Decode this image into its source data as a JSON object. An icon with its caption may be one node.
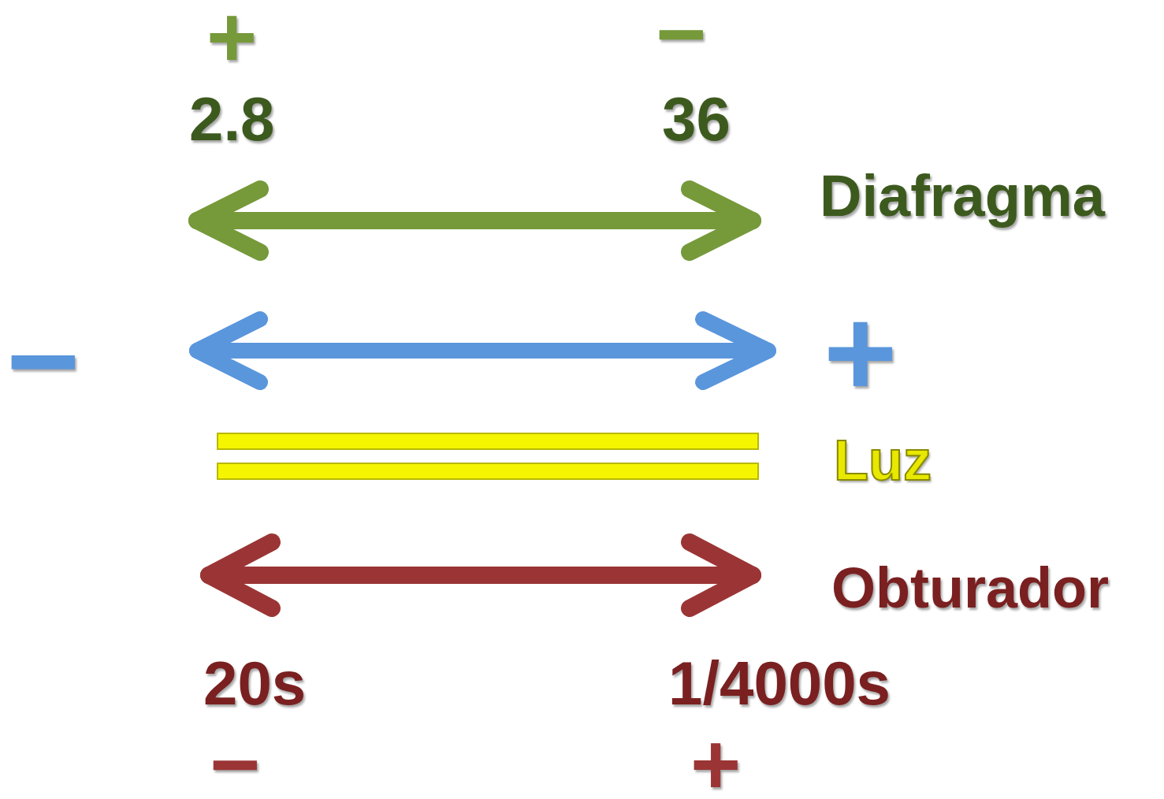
{
  "diagram": {
    "labels": [
      "+",
      "−",
      "2.8",
      "36",
      "Diafragma",
      "−",
      "+",
      "Luz",
      "Obturador",
      "20s",
      "1/4000s",
      "−",
      "+"
    ]
  }
}
